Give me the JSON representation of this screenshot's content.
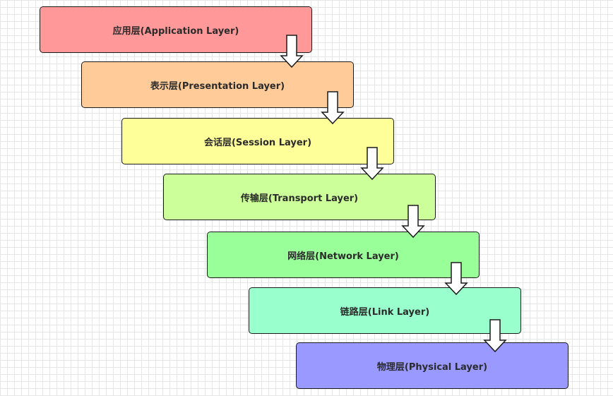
{
  "layers": [
    {
      "label": "应用层(Application Layer)",
      "color": "#ff9999"
    },
    {
      "label": "表示层(Presentation Layer)",
      "color": "#ffcc99"
    },
    {
      "label": "会话层(Session Layer)",
      "color": "#ffff99"
    },
    {
      "label": "传输层(Transport Layer)",
      "color": "#ccff99"
    },
    {
      "label": "网络层(Network Layer)",
      "color": "#99ff99"
    },
    {
      "label": "链路层(Link Layer)",
      "color": "#99ffcc"
    },
    {
      "label": "物理层(Physical Layer)",
      "color": "#9999ff"
    }
  ],
  "border_color": "#1a1a1a",
  "arrow_color": "#ffffff",
  "arrow_icon": "down-arrow-icon"
}
